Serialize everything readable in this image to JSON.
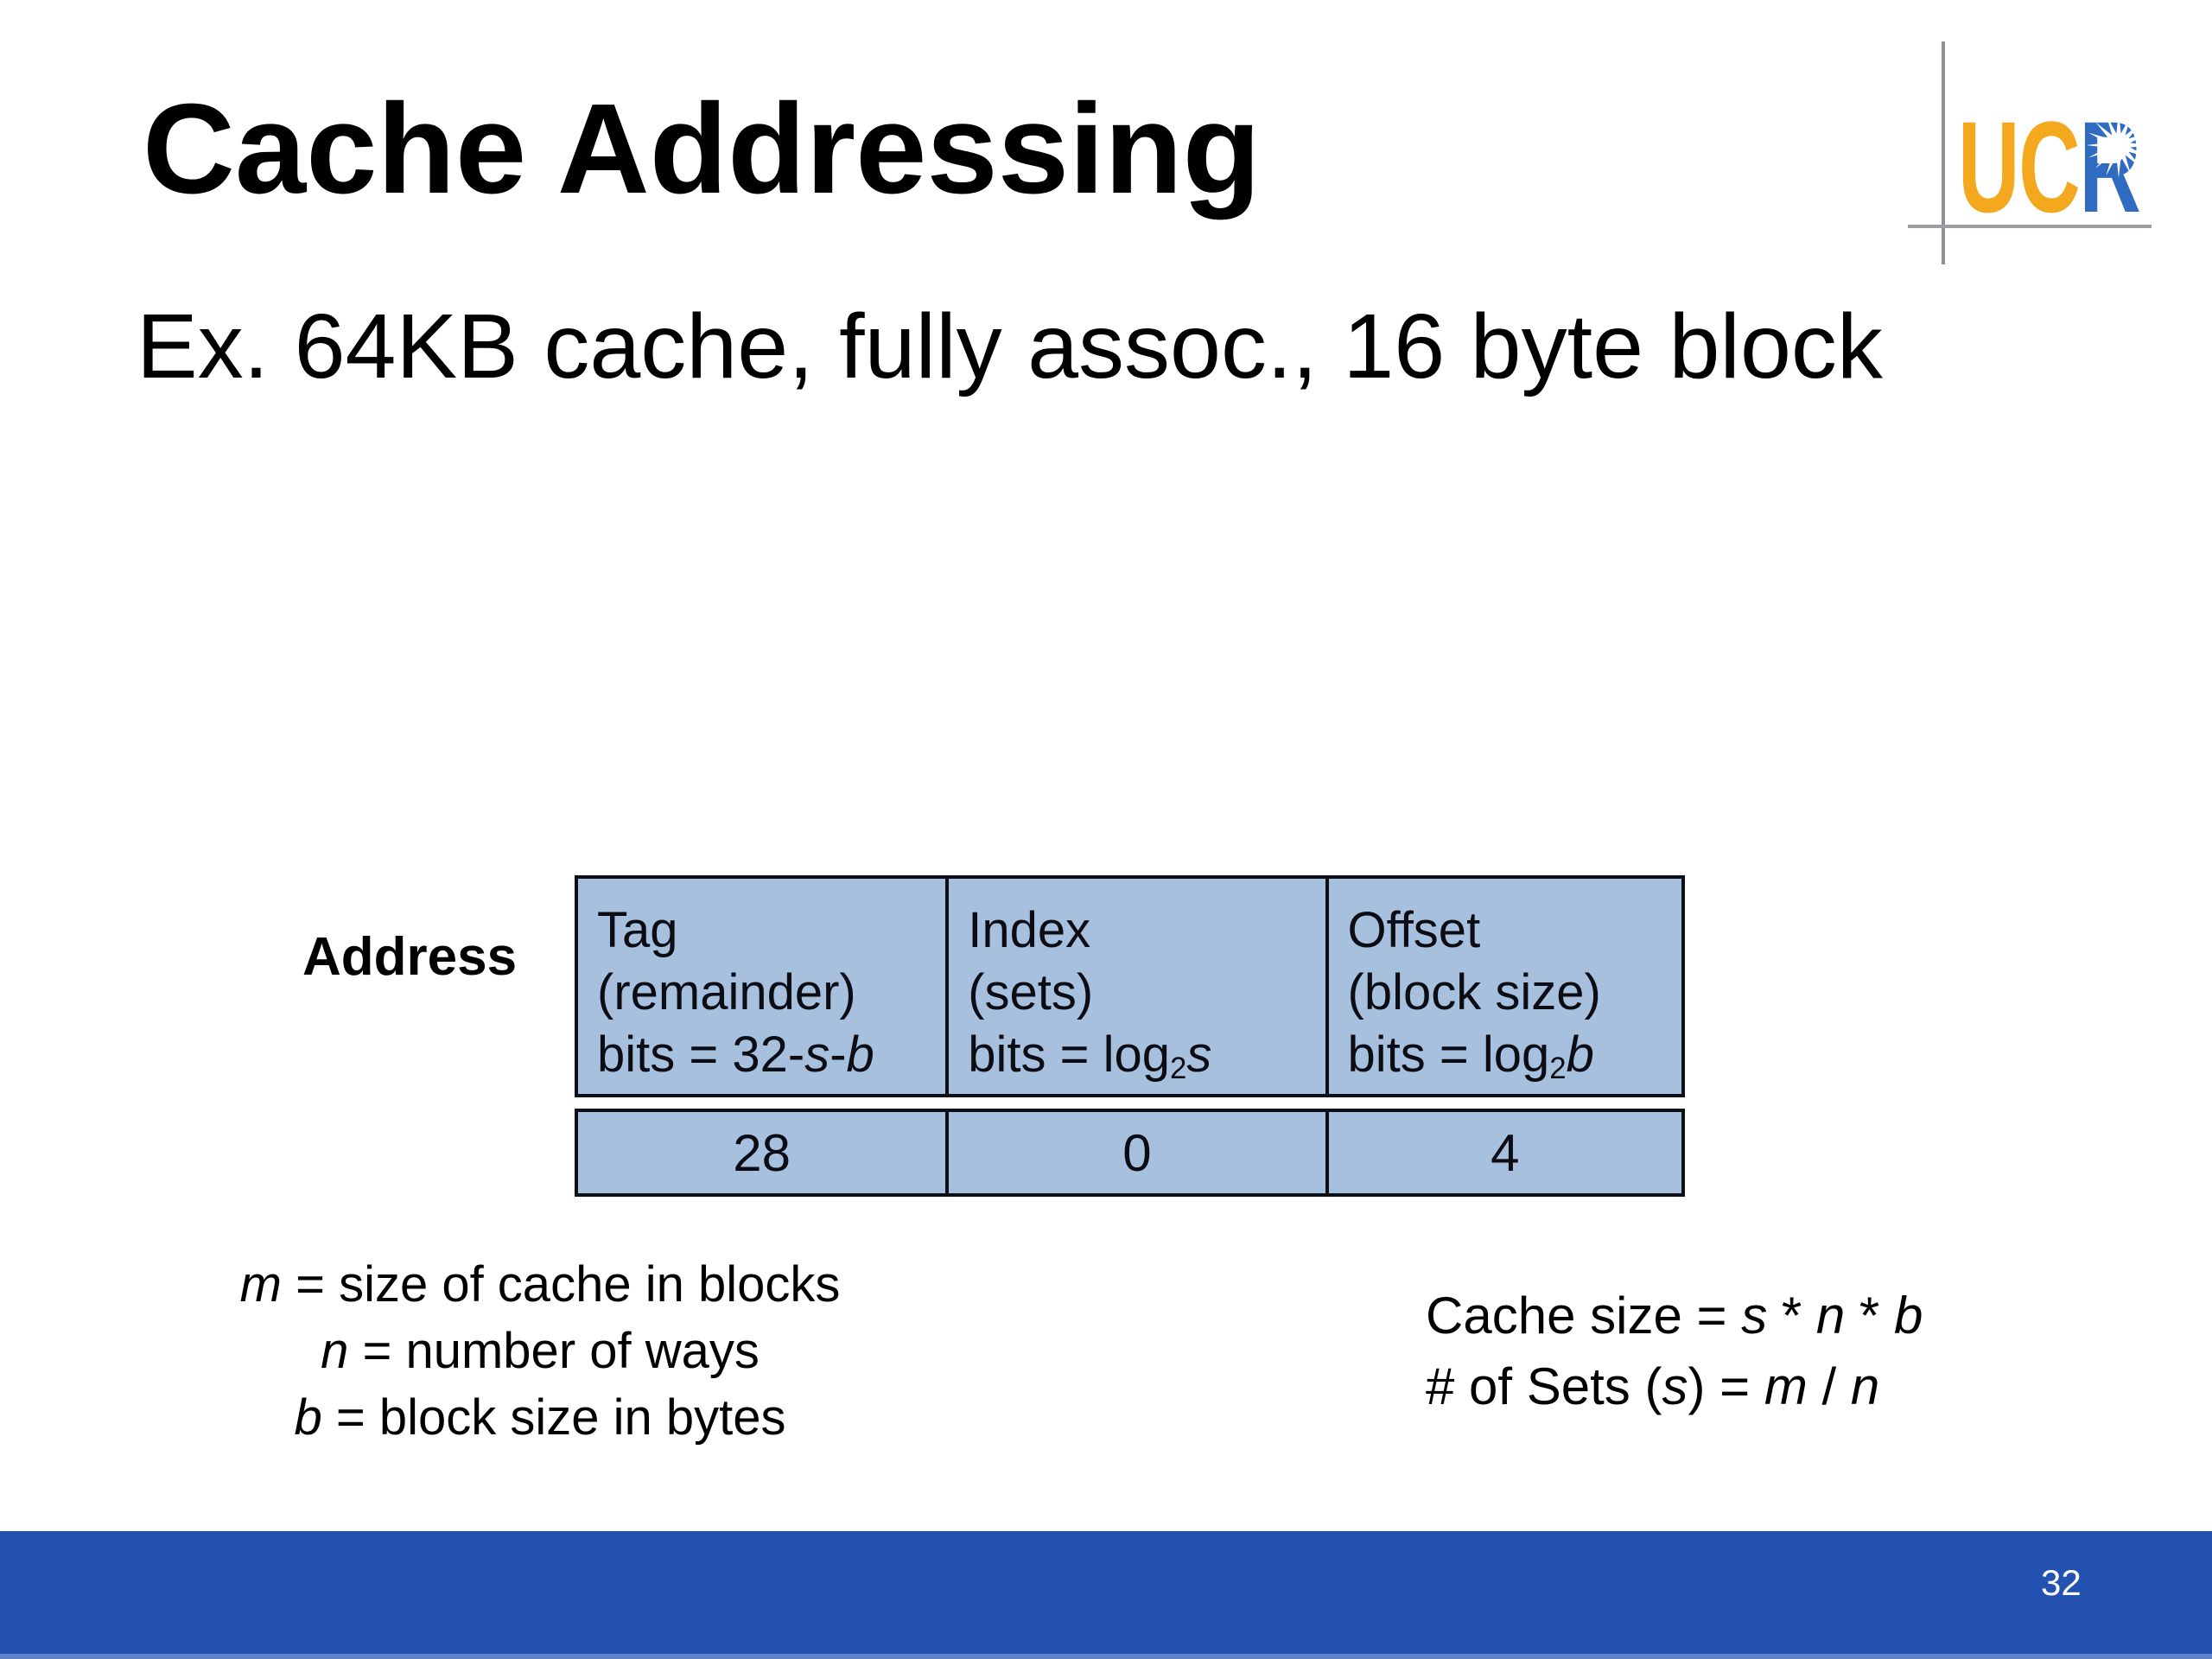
{
  "slide": {
    "title": "Cache Addressing",
    "subtitle": "Ex. 64KB cache, fully assoc., 16 byte block",
    "page_number": "32"
  },
  "logo": {
    "uc": "UC",
    "r": "R",
    "gold_color": "#F3A81E",
    "blue_color": "#2F6BC0",
    "star_icon": "starburst"
  },
  "address_table": {
    "label": "Address",
    "fill_color": "#A6C0DE",
    "border_color": "#0E0E16",
    "columns": [
      {
        "title": "Tag",
        "subtitle": "(remainder)",
        "bits": [
          {
            "t": "bits = 32-"
          },
          {
            "t": "s",
            "s": "i"
          },
          {
            "t": "-"
          },
          {
            "t": "b",
            "s": "i"
          }
        ],
        "value": "28"
      },
      {
        "title": "Index",
        "subtitle": "(sets)",
        "bits": [
          {
            "t": "bits = log"
          },
          {
            "t": "2",
            "s": "sub"
          },
          {
            "t": "s",
            "s": "i"
          }
        ],
        "value": "0"
      },
      {
        "title": "Offset",
        "subtitle": "(block size)",
        "bits": [
          {
            "t": "bits = log"
          },
          {
            "t": "2",
            "s": "sub"
          },
          {
            "t": "b",
            "s": "i"
          }
        ],
        "value": "4"
      }
    ]
  },
  "legend": {
    "lines": [
      [
        {
          "t": "m",
          "s": "i"
        },
        {
          "t": " = size of cache in blocks"
        }
      ],
      [
        {
          "t": "n",
          "s": "i"
        },
        {
          "t": " = number of ways"
        }
      ],
      [
        {
          "t": "b",
          "s": "i"
        },
        {
          "t": " = block size in bytes"
        }
      ]
    ]
  },
  "formulas": {
    "lines": [
      [
        {
          "t": "Cache size = "
        },
        {
          "t": "s",
          "s": "i"
        },
        {
          "t": " * "
        },
        {
          "t": "n",
          "s": "i"
        },
        {
          "t": " * "
        },
        {
          "t": "b",
          "s": "i"
        }
      ],
      [
        {
          "t": "# of Sets ("
        },
        {
          "t": "s",
          "s": "i"
        },
        {
          "t": ") = "
        },
        {
          "t": "m",
          "s": "i"
        },
        {
          "t": " / "
        },
        {
          "t": "n",
          "s": "i"
        }
      ]
    ]
  },
  "footer": {
    "bar_color": "#2352B0",
    "edge_color": "#5E84C8"
  }
}
